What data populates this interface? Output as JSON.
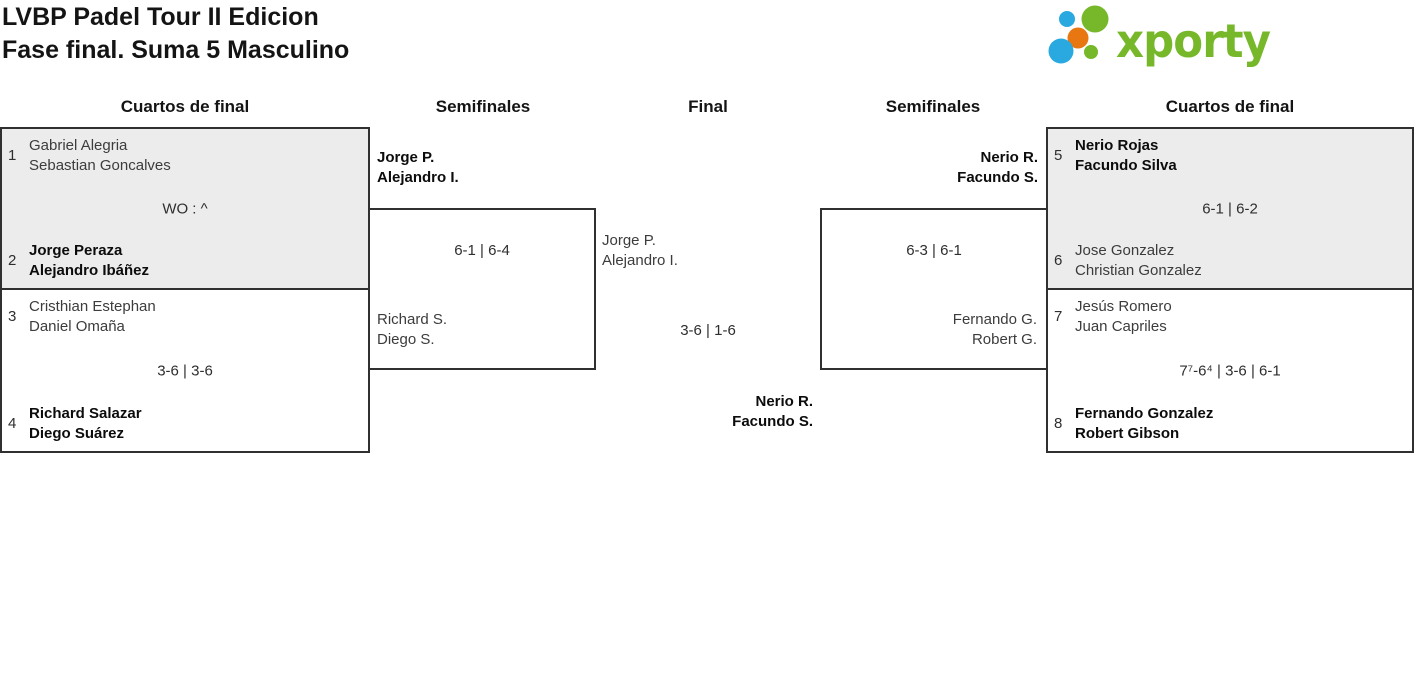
{
  "header": {
    "title_line1": "LVBP Padel Tour II Edicion",
    "title_line2": "Fase final. Suma 5 Masculino"
  },
  "logo": {
    "wordmark": "xporty",
    "colors": {
      "green": "#76b82a",
      "blue": "#29a9e0",
      "orange": "#e87611"
    }
  },
  "round_headers": [
    {
      "label": "Cuartos de final"
    },
    {
      "label": "Semifinales"
    },
    {
      "label": "Final"
    },
    {
      "label": "Semifinales"
    },
    {
      "label": "Cuartos de final"
    }
  ],
  "bracket": {
    "qf_left_top": {
      "seed1": "1",
      "team1": [
        "Gabriel Alegria",
        "Sebastian Goncalves"
      ],
      "score": "WO : ^",
      "seed2": "2",
      "team2": [
        "Jorge Peraza",
        "Alejandro Ibáñez"
      ]
    },
    "qf_left_bottom": {
      "seed1": "3",
      "team1": [
        "Cristhian Estephan",
        "Daniel Omaña"
      ],
      "score": "3-6 | 3-6",
      "seed2": "4",
      "team2": [
        "Richard Salazar",
        "Diego Suárez"
      ]
    },
    "sf_left": {
      "team1": [
        "Jorge P.",
        "Alejandro I."
      ],
      "score": "6-1 | 6-4",
      "team2": [
        "Richard S.",
        "Diego S."
      ]
    },
    "final": {
      "team1": [
        "Jorge P.",
        "Alejandro I."
      ],
      "score": "3-6 | 1-6",
      "team2": [
        "Nerio R.",
        "Facundo S."
      ]
    },
    "sf_right": {
      "team1": [
        "Nerio R.",
        "Facundo S."
      ],
      "score": "6-3 | 6-1",
      "team2": [
        "Fernando G.",
        "Robert G."
      ]
    },
    "qf_right_top": {
      "seed1": "5",
      "team1": [
        "Nerio Rojas",
        "Facundo Silva"
      ],
      "score": "6-1 | 6-2",
      "seed2": "6",
      "team2": [
        "Jose Gonzalez",
        "Christian Gonzalez"
      ]
    },
    "qf_right_bottom": {
      "seed1": "7",
      "team1": [
        "Jesús Romero",
        "Juan Capriles"
      ],
      "score": "7⁷-6⁴ | 3-6 | 6-1",
      "seed2": "8",
      "team2": [
        "Fernando Gonzalez",
        "Robert Gibson"
      ]
    }
  }
}
